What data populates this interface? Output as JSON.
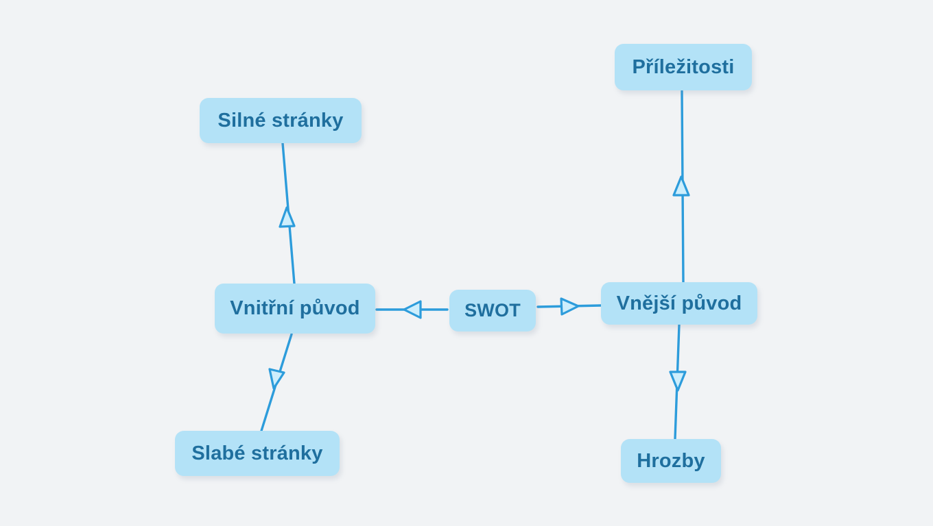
{
  "diagram": {
    "title": "SWOT",
    "language": "cs",
    "background_color": "#f1f3f5",
    "node_fill_color": "#b3e2f7",
    "node_text_color": "#1f6f9e",
    "edge_color": "#2d9cdb",
    "arrowhead_fill_color": "#cdeefc",
    "nodes": {
      "root": {
        "id": "swot",
        "label": "SWOT"
      },
      "internal": {
        "id": "vnitrni-puvod",
        "label": "Vnitřní původ"
      },
      "external": {
        "id": "vnejsi-puvod",
        "label": "Vnější původ"
      },
      "strengths": {
        "id": "silne-stranky",
        "label": "Silné stránky"
      },
      "weaknesses": {
        "id": "slabe-stranky",
        "label": "Slabé stránky"
      },
      "opportunities": {
        "id": "prilezitosti",
        "label": "Příležitosti"
      },
      "threats": {
        "id": "hrozby",
        "label": "Hrozby"
      }
    },
    "edges": [
      {
        "from": "swot",
        "to": "vnitrni-puvod",
        "direction": "left"
      },
      {
        "from": "swot",
        "to": "vnejsi-puvod",
        "direction": "right"
      },
      {
        "from": "vnitrni-puvod",
        "to": "silne-stranky",
        "direction": "up"
      },
      {
        "from": "vnitrni-puvod",
        "to": "slabe-stranky",
        "direction": "down"
      },
      {
        "from": "vnejsi-puvod",
        "to": "prilezitosti",
        "direction": "up"
      },
      {
        "from": "vnejsi-puvod",
        "to": "hrozby",
        "direction": "down"
      }
    ]
  }
}
